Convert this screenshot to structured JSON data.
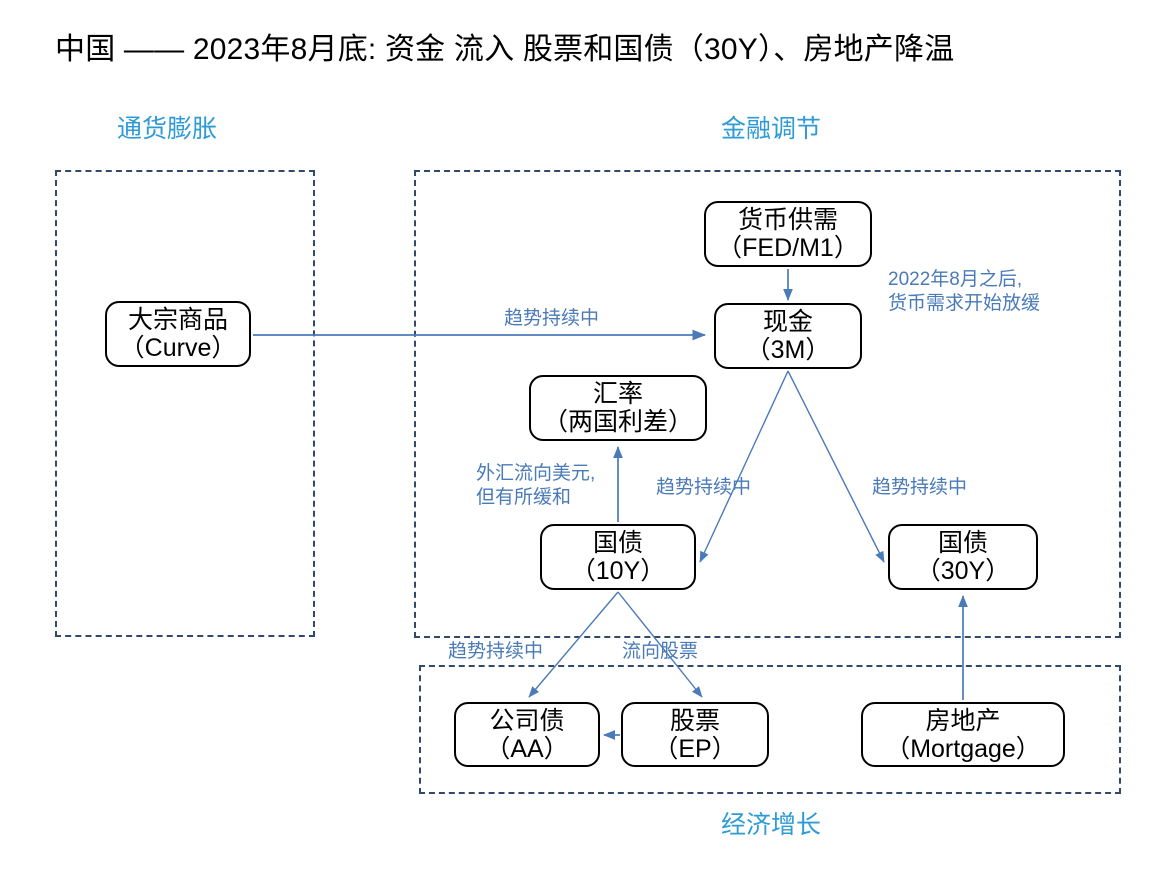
{
  "title": "中国 —— 2023年8月底: 资金 流入 股票和国债（30Y）、房地产降温",
  "colors": {
    "section_label": "#2E9BD6",
    "group_border": "#31496B",
    "edge": "#4A7AB8",
    "node_border": "#000000",
    "background": "#FFFFFF"
  },
  "sections": [
    {
      "id": "inflation",
      "label": "通货膨胀"
    },
    {
      "id": "financial",
      "label": "金融调节"
    },
    {
      "id": "growth",
      "label": "经济增长"
    }
  ],
  "nodes": [
    {
      "id": "commodity",
      "line1": "大宗商品",
      "line2": "（Curve）",
      "section": "inflation"
    },
    {
      "id": "money",
      "line1": "货币供需",
      "line2": "（FED/M1）",
      "section": "financial"
    },
    {
      "id": "cash",
      "line1": "现金",
      "line2": "（3M）",
      "section": "financial"
    },
    {
      "id": "fx",
      "line1": "汇率",
      "line2": "（两国利差）",
      "section": "financial"
    },
    {
      "id": "bond10",
      "line1": "国债",
      "line2": "（10Y）",
      "section": "financial"
    },
    {
      "id": "bond30",
      "line1": "国债",
      "line2": "（30Y）",
      "section": "financial"
    },
    {
      "id": "corp",
      "line1": "公司债",
      "line2": "（AA）",
      "section": "growth"
    },
    {
      "id": "equity",
      "line1": "股票",
      "line2": "（EP）",
      "section": "growth"
    },
    {
      "id": "property",
      "line1": "房地产",
      "line2": "（Mortgage）",
      "section": "growth"
    }
  ],
  "edges": [
    {
      "id": "commodity-cash",
      "from": "commodity",
      "to": "cash",
      "label": "趋势持续中"
    },
    {
      "id": "money-cash",
      "from": "money",
      "to": "cash",
      "label": ""
    },
    {
      "id": "money-slowdown-note",
      "from": "money",
      "to": "",
      "label_line1": "2022年8月之后,",
      "label_line2": "货币需求开始放缓"
    },
    {
      "id": "bond10-fx",
      "from": "bond10",
      "to": "fx",
      "label_line1": "外汇流向美元,",
      "label_line2": "但有所缓和"
    },
    {
      "id": "cash-bond10",
      "from": "cash",
      "to": "bond10",
      "label": "趋势持续中"
    },
    {
      "id": "cash-bond30",
      "from": "cash",
      "to": "bond30",
      "label": "趋势持续中"
    },
    {
      "id": "bond10-corp",
      "from": "bond10",
      "to": "corp",
      "label": "趋势持续中"
    },
    {
      "id": "bond10-equity",
      "from": "bond10",
      "to": "equity",
      "label": "流向股票"
    },
    {
      "id": "equity-corp",
      "from": "equity",
      "to": "corp",
      "label": ""
    },
    {
      "id": "property-bond30",
      "from": "property",
      "to": "bond30",
      "label": ""
    }
  ]
}
